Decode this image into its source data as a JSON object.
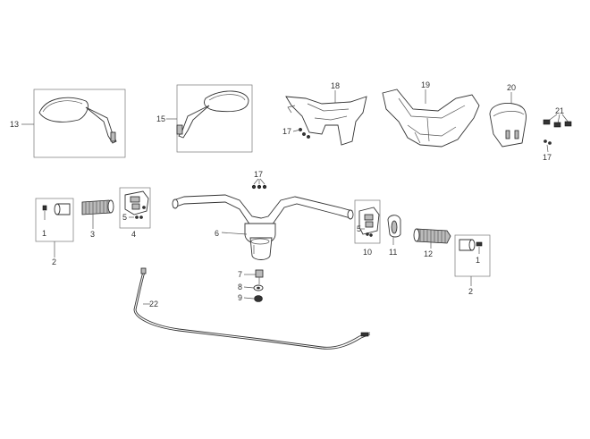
{
  "diagram": {
    "callouts": {
      "c1a": "1",
      "c1b": "1",
      "c2a": "2",
      "c2b": "2",
      "c3": "3",
      "c4": "4",
      "c5a": "5",
      "c5b": "5",
      "c6": "6",
      "c7": "7",
      "c8": "8",
      "c9": "9",
      "c10": "10",
      "c11": "11",
      "c12": "12",
      "c13": "13",
      "c15": "15",
      "c17a": "17",
      "c17b": "17",
      "c17c": "17",
      "c18": "18",
      "c19": "19",
      "c20": "20",
      "c21": "21",
      "c22": "22"
    }
  }
}
